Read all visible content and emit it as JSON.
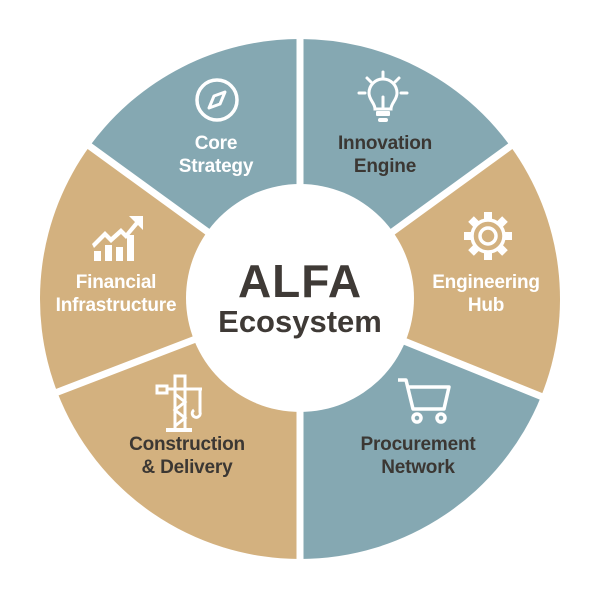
{
  "title": {
    "line1": "ALFA",
    "line2": "Ecosystem"
  },
  "colors": {
    "blue": "#85a8b2",
    "tan": "#d3b17f",
    "text_dark": "#3b3733",
    "text_light": "#ffffff"
  },
  "segments": [
    {
      "line1": "Core",
      "line2": "Strategy",
      "icon": "compass-icon",
      "color": "blue"
    },
    {
      "line1": "Innovation",
      "line2": "Engine",
      "icon": "lightbulb-icon",
      "color": "tan"
    },
    {
      "line1": "Engineering",
      "line2": "Hub",
      "icon": "gear-icon",
      "color": "blue"
    },
    {
      "line1": "Procurement",
      "line2": "Network",
      "icon": "shopping-cart-icon",
      "color": "tan"
    },
    {
      "line1": "Construction",
      "line2": "& Delivery",
      "icon": "crane-icon",
      "color": "tan"
    },
    {
      "line1": "Financial",
      "line2": "Infrastructure",
      "icon": "growth-chart-icon",
      "color": "blue"
    }
  ]
}
